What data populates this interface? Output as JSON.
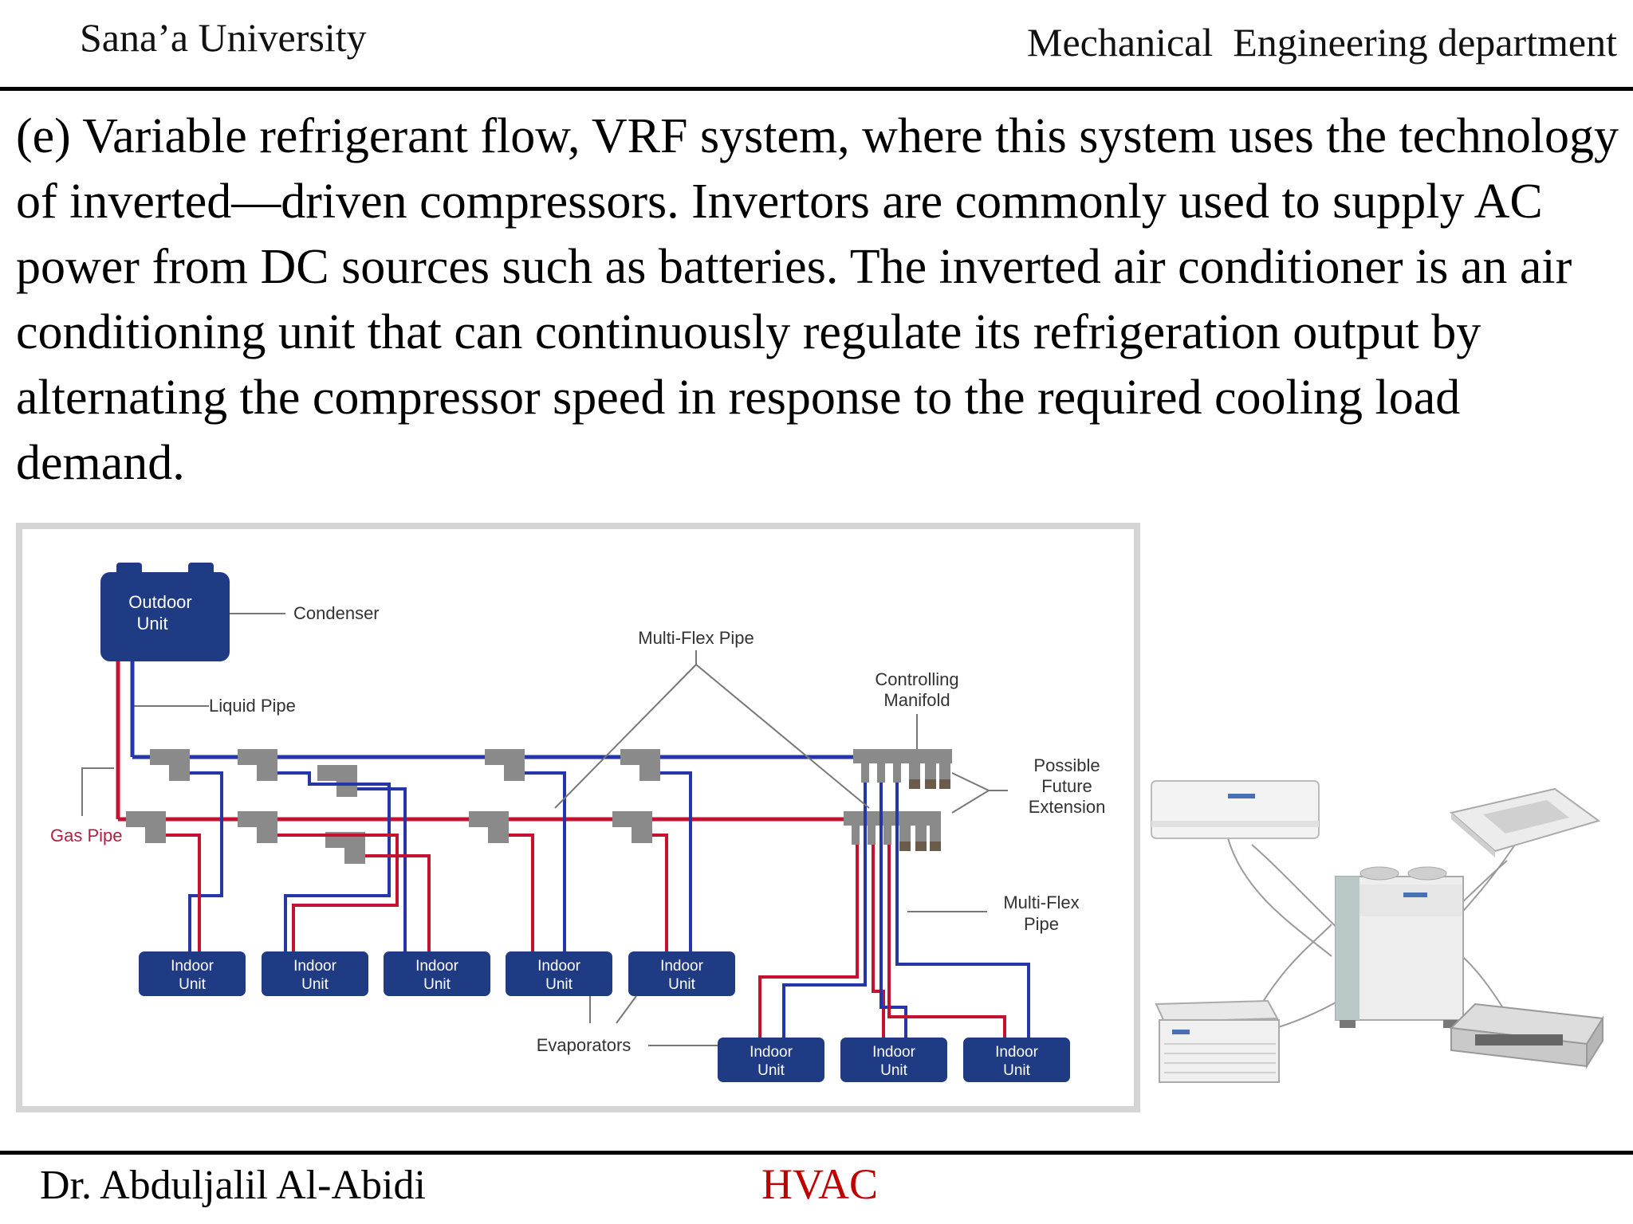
{
  "header": {
    "left": "Sana’a University",
    "right": "Mechanical  Engineering department"
  },
  "body_text": "(e) Variable refrigerant flow, VRF system, where this system uses the technology of inverted—driven compressors. Invertors are commonly used to supply AC power from DC sources such as batteries. The inverted air conditioner is an air conditioning unit that can continuously regulate its refrigeration output by alternating the compressor speed in response to the required cooling load demand.",
  "diagram": {
    "outdoor_unit": [
      "Outdoor",
      "Unit"
    ],
    "condenser": "Condenser",
    "liquid_pipe": "Liquid Pipe",
    "gas_pipe": "Gas Pipe",
    "multi_flex_pipe_top": "Multi-Flex Pipe",
    "controlling_manifold": [
      "Controlling",
      "Manifold"
    ],
    "possible_future_extension": [
      "Possible",
      "Future",
      "Extension"
    ],
    "multi_flex_pipe_right": [
      "Multi-Flex",
      "Pipe"
    ],
    "evaporators": "Evaporators",
    "indoor_unit": [
      "Indoor",
      "Unit"
    ],
    "colors": {
      "unit_box": "#1f3b84",
      "liquid_pipe": "#2436a8",
      "gas_pipe": "#c41230",
      "branch": "#8a8a8a",
      "gas_label": "#b02040"
    }
  },
  "footer": {
    "left": "Dr. Abduljalil Al-Abidi",
    "center": "HVAC"
  }
}
